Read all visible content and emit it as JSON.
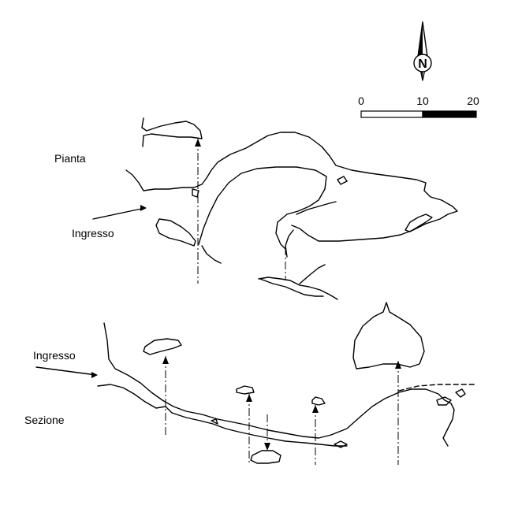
{
  "labels": {
    "plan": "Pianta",
    "plan_entrance": "Ingresso",
    "section": "Sezione",
    "section_entrance": "Ingresso"
  },
  "north_arrow": {
    "letter": "N",
    "icon": "north-arrow-icon"
  },
  "scale_bar": {
    "ticks": [
      "0",
      "10",
      "20"
    ]
  },
  "colors": {
    "ink": "#000000",
    "background": "#ffffff"
  }
}
